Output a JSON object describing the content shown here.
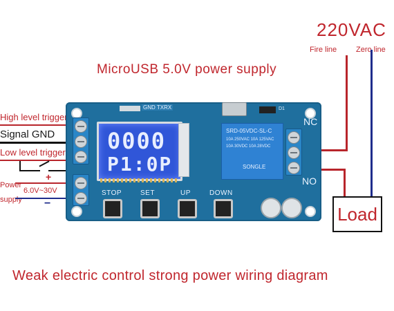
{
  "labels": {
    "voltage": "220VAC",
    "fire_line": "Fire line",
    "zero_line": "Zero line",
    "power_supply_title": "MicroUSB 5.0V power supply",
    "high_level_trigger": "High level trigger",
    "signal_gnd": "Signal GND",
    "low_level_trigger": "Low level trigger",
    "power": "Power",
    "supply": "supply",
    "voltage_range": "6.0V~30V",
    "plus": "+",
    "minus": "−",
    "load": "Load",
    "caption": "Weak electric control strong power wiring diagram"
  },
  "board": {
    "silk_header": "GND TXRX",
    "diode": "D1",
    "relay_top": "NC",
    "relay_bottom": "NO",
    "relay_model": "SRD-05VDC-SL-C",
    "relay_specs": [
      "10A 250VAC 10A 125VAC",
      "10A 30VDC 10A 28VDC"
    ],
    "relay_brand": "SONGLE",
    "lcd_line1": "0000",
    "lcd_line2": "P1:0P",
    "buttons": [
      "STOP",
      "SET",
      "UP",
      "DOWN"
    ]
  },
  "colors": {
    "text_red": "#c0262d",
    "wire_red": "#b8252b",
    "wire_blue": "#1f2d8c",
    "pcb_blue": "#1f6f9e",
    "lcd_blue": "#3056d8"
  }
}
